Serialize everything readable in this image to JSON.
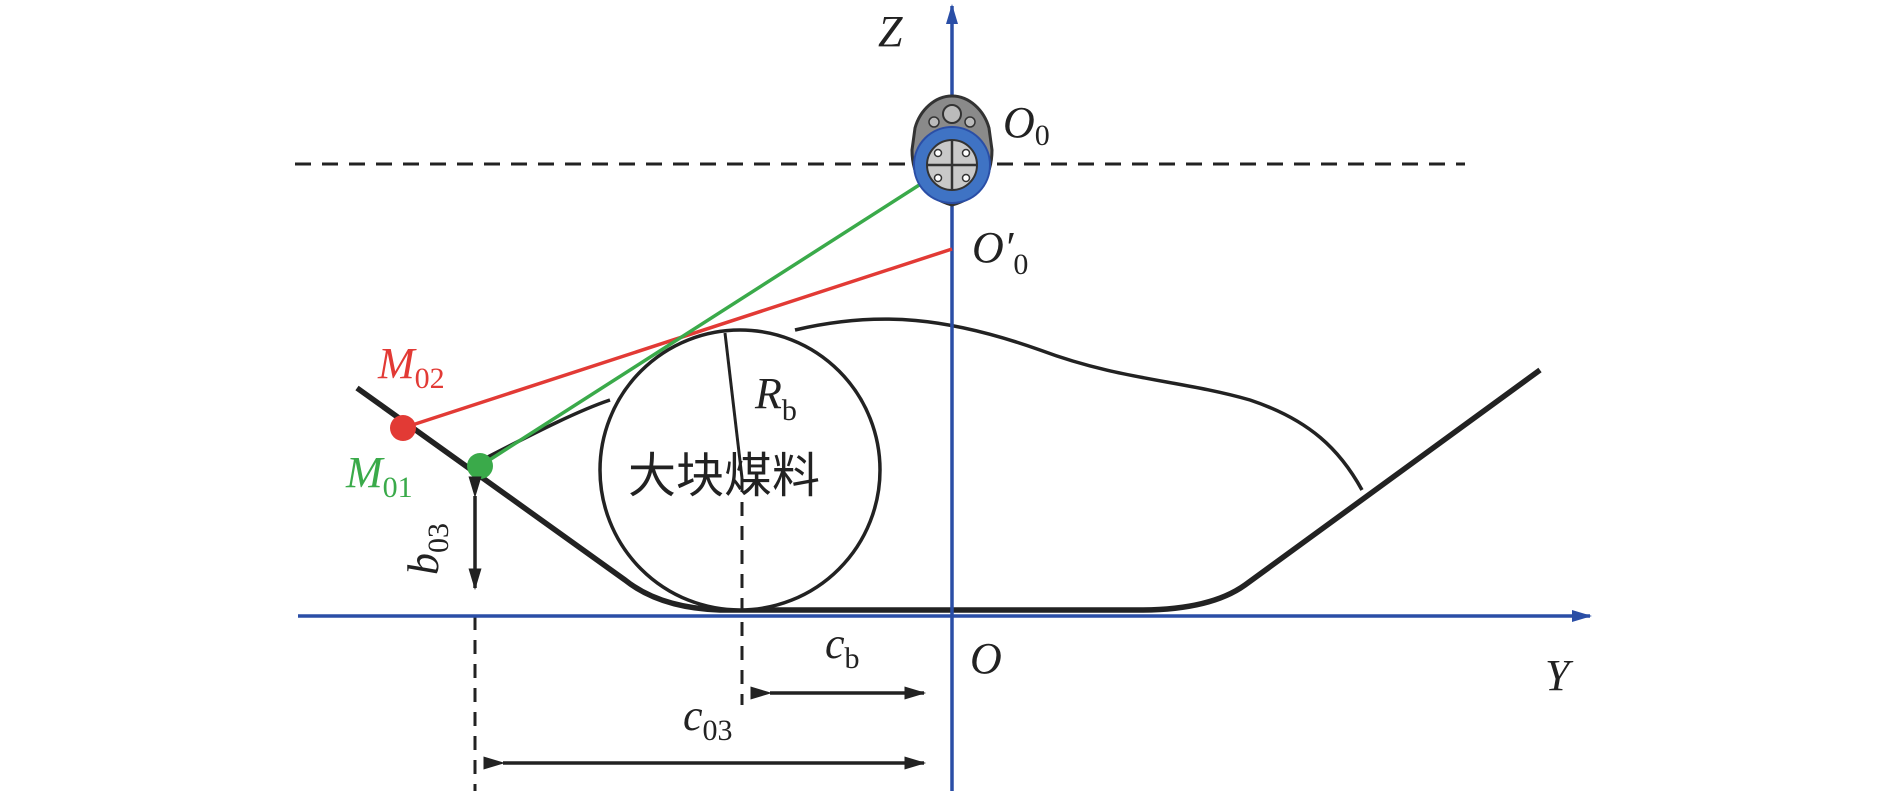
{
  "colors": {
    "axis": "#2a4ea6",
    "outline": "#222222",
    "red": "#e23a35",
    "green": "#3aaa4a",
    "drum_ring": "#3f73c4",
    "drum_body": "#8a8a8a"
  },
  "labels": {
    "z_axis": "Z",
    "y_axis": "Y",
    "origin": "O",
    "o0_main": "O",
    "o0_sub": "0",
    "o0p_main": "O′",
    "o0p_sub": "0",
    "m02_main": "M",
    "m02_sub": "02",
    "m01_main": "M",
    "m01_sub": "01",
    "rb_main": "R",
    "rb_sub": "b",
    "cb_main": "c",
    "cb_sub": "b",
    "c03_main": "c",
    "c03_sub": "03",
    "b03_main": "b",
    "b03_sub": "03",
    "coal_block": "大块煤料"
  },
  "icons": {
    "drum": "shearer-drum-icon"
  }
}
